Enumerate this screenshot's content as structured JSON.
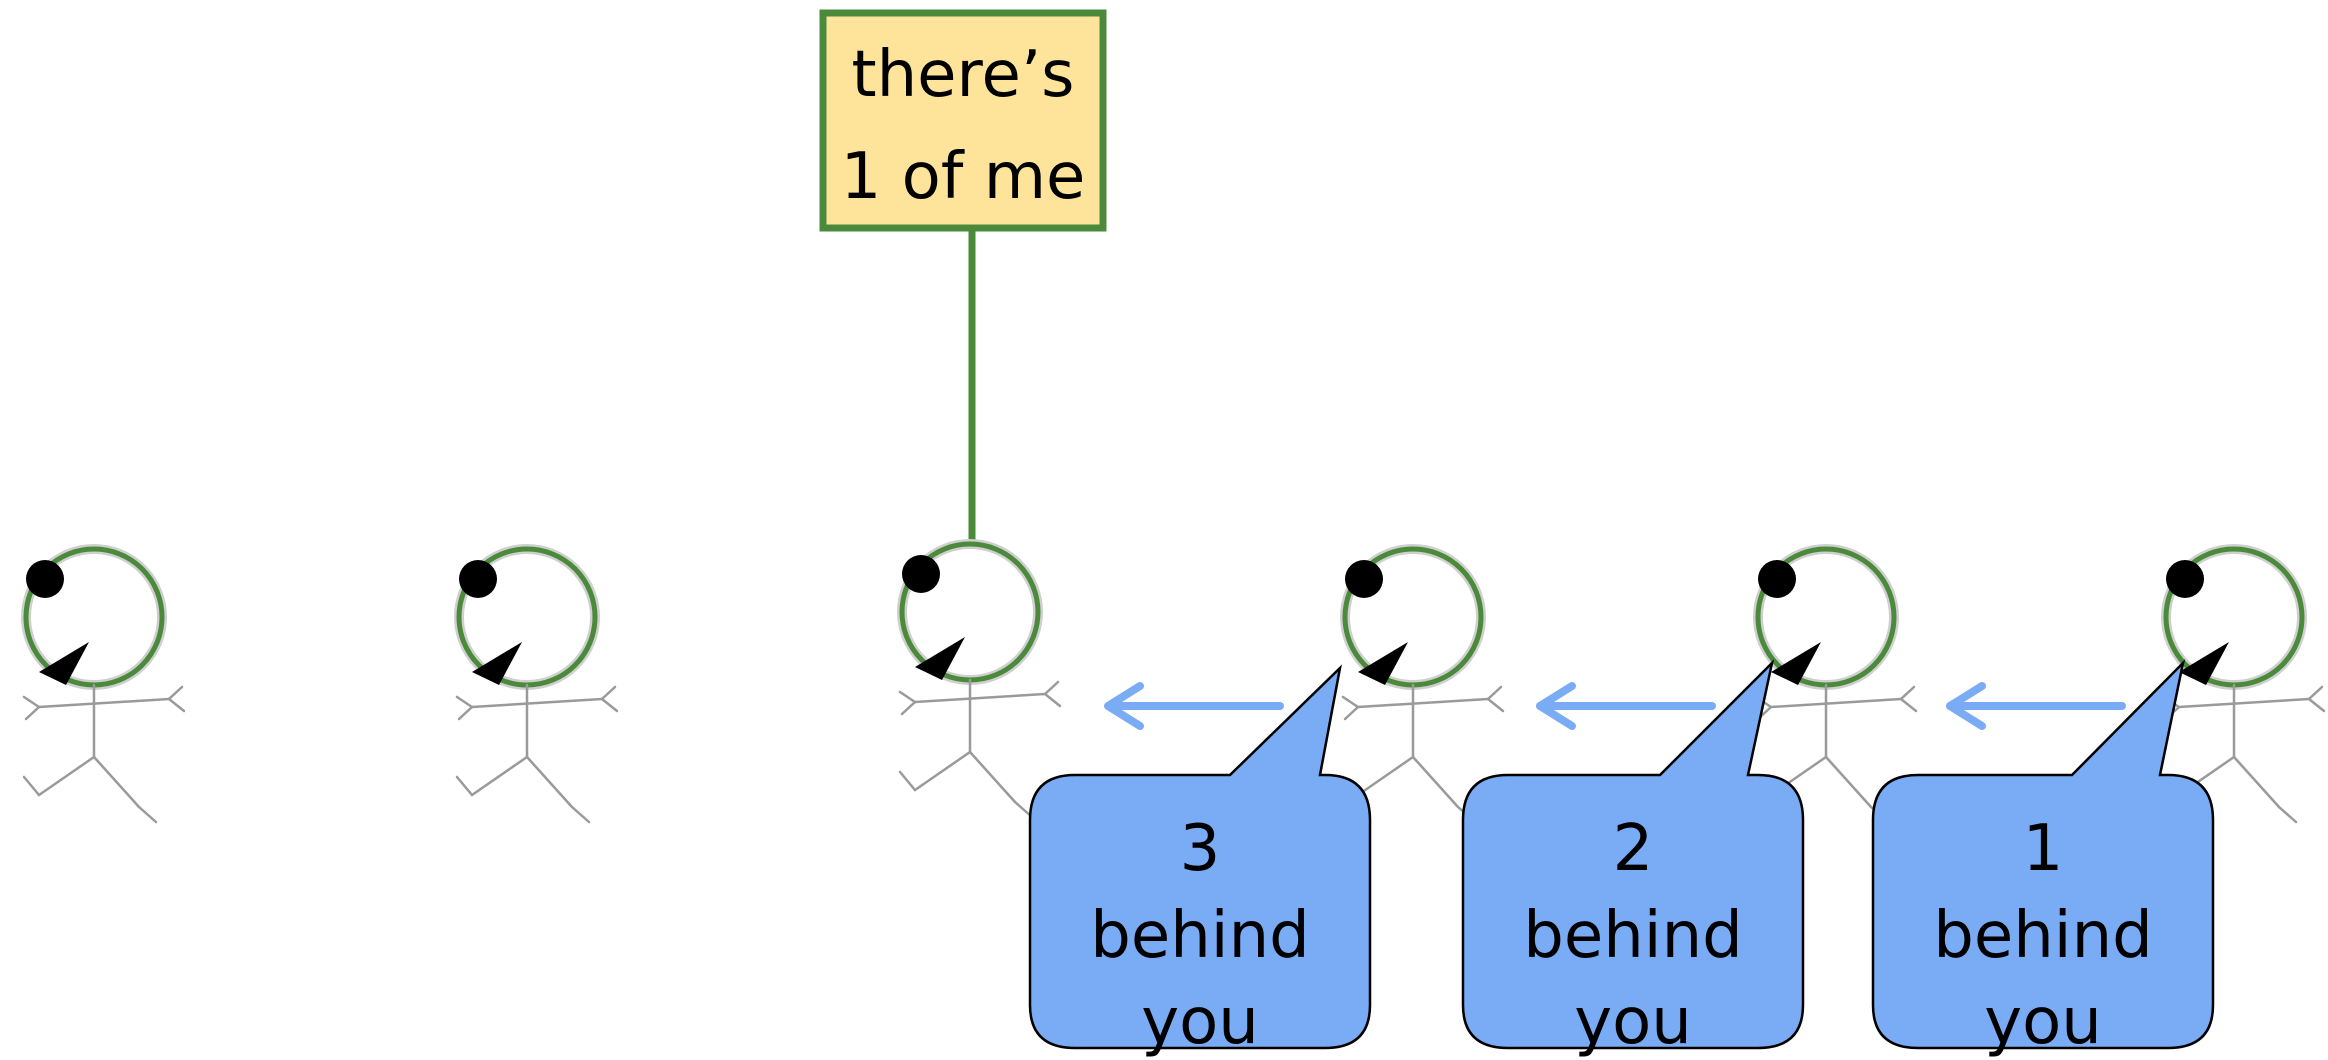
{
  "sign": {
    "line1": "there’s",
    "line2": "1 of me"
  },
  "bubbles": [
    {
      "number": "3",
      "line2": "behind",
      "line3": "you"
    },
    {
      "number": "2",
      "line2": "behind",
      "line3": "you"
    },
    {
      "number": "1",
      "line2": "behind",
      "line3": "you"
    }
  ],
  "colors": {
    "sign_fill": "#FDE49A",
    "sign_stroke": "#4A8A3A",
    "head_ring": "#4A8A3A",
    "bubble_fill": "#7AABF5",
    "arrow": "#7AABF5",
    "figure_stroke": "#9A9A9A"
  }
}
